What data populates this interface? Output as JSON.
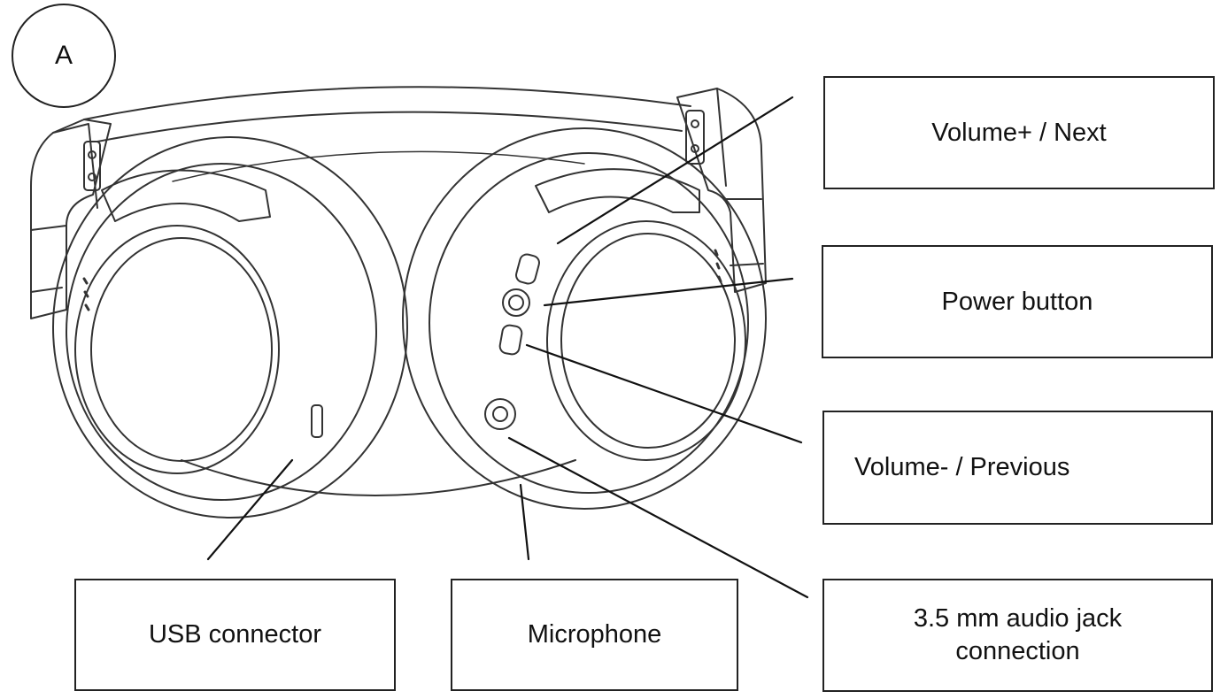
{
  "figure_marker": "A",
  "callouts": {
    "volume_plus": "Volume+  / Next",
    "power": "Power button",
    "volume_minus": "Volume- / Previous",
    "audio_jack": "3.5 mm audio jack\nconnection",
    "usb": "USB connector",
    "microphone": "Microphone"
  },
  "colors": {
    "line": "#222222",
    "background": "#ffffff",
    "text": "#111111"
  }
}
